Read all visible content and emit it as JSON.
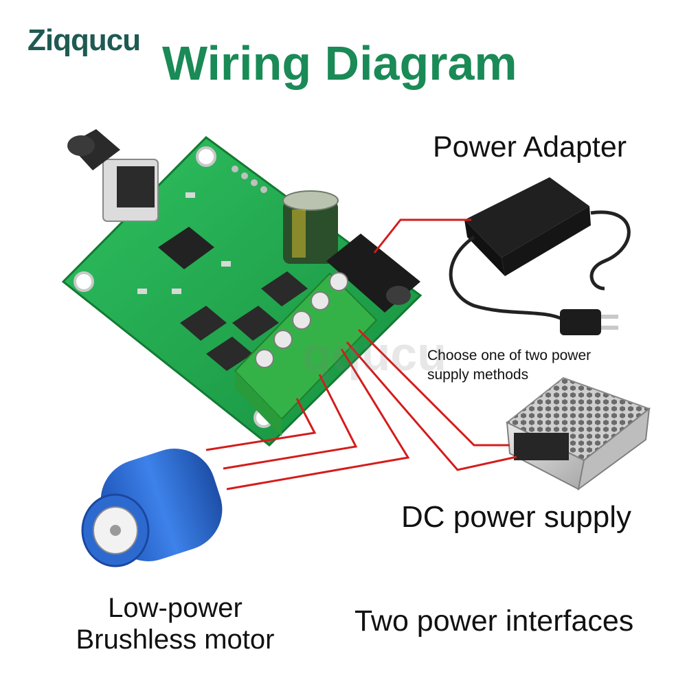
{
  "brand": {
    "name": "Ziqqucu",
    "accent_color": "#2b7bc8",
    "color": "#1e5a52"
  },
  "title": "Wiring Diagram",
  "title_color": "#1a8a57",
  "watermark": "qqucu",
  "labels": {
    "power_adapter": "Power Adapter",
    "choose_method": "Choose one of two power supply methods",
    "dc_power_supply": "DC power supply",
    "motor_line1": "Low-power",
    "motor_line2": "Brushless motor",
    "two_interfaces": "Two power interfaces"
  },
  "wire_color": "#d41c1c",
  "board_color": "#1fa64e",
  "terminal_color": "#39b34a",
  "motor_color": "#2f6fd8"
}
